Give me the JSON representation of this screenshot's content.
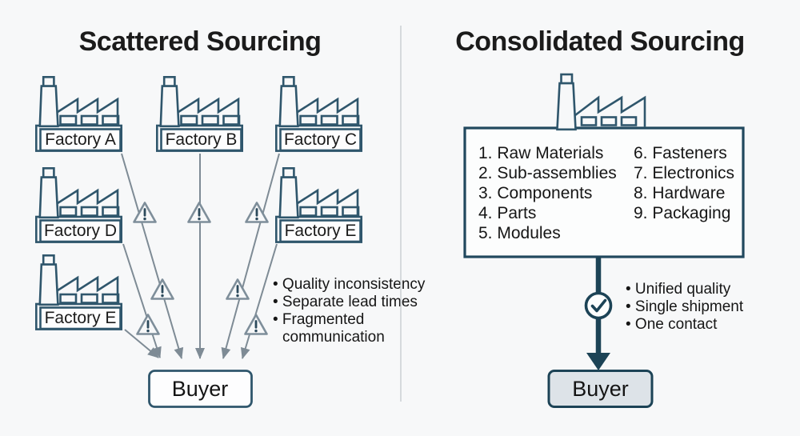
{
  "left": {
    "title": "Scattered Sourcing",
    "factories": [
      "Factory A",
      "Factory B",
      "Factory C",
      "Factory D",
      "Factory E",
      "Factory E"
    ],
    "issues": [
      "• Quality inconsistency",
      "• Separate lead times",
      "• Fragmented",
      "communication"
    ],
    "buyer": "Buyer"
  },
  "right": {
    "title": "Consolidated Sourcing",
    "list_col1": [
      "1. Raw Materials",
      "2. Sub-assemblies",
      "3. Components",
      "4. Parts",
      "5. Modules"
    ],
    "list_col2": [
      "6. Fasteners",
      "7. Electronics",
      "8. Hardware",
      "9. Packaging"
    ],
    "benefits": [
      "• Unified quality",
      "• Single shipment",
      "• One contact"
    ],
    "buyer": "Buyer"
  },
  "colors": {
    "background": "#f7f8f9",
    "left_title": "#7b8287",
    "right_title": "#2f7ea0",
    "factory_stroke": "#2f566c",
    "dark_navy": "#1c4356",
    "flow_line": "#7e8b95",
    "warning_stroke": "#7e8e9a",
    "buyer_right_fill": "#dde3e8"
  }
}
